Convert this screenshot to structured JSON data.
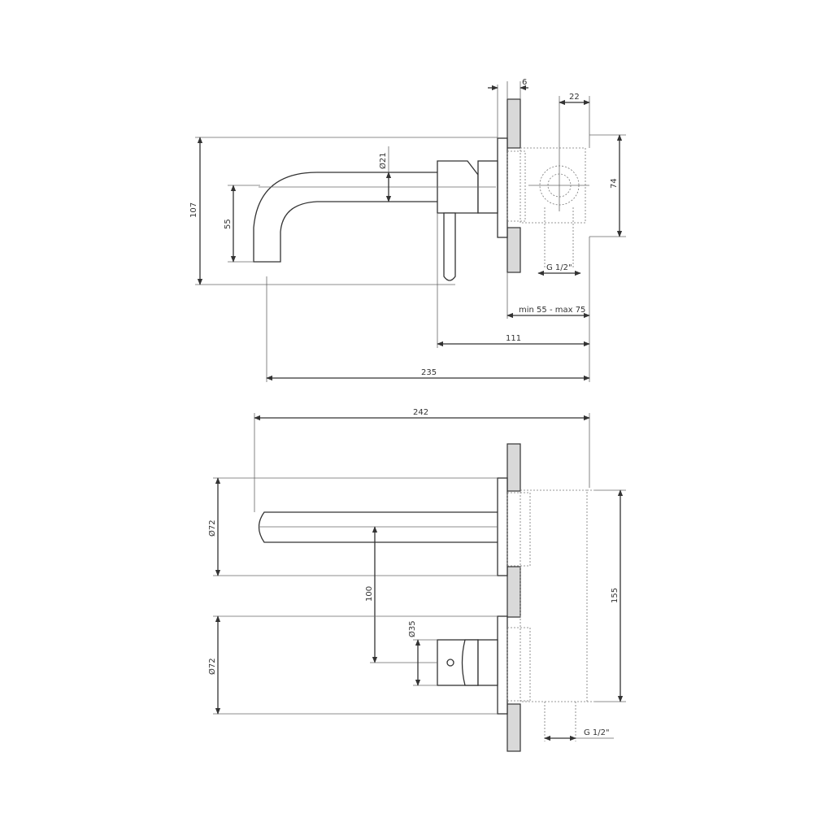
{
  "colors": {
    "line": "#333333",
    "wall": "#d9d9d9",
    "background": "#ffffff"
  },
  "side_view": {
    "dim_wall": "6",
    "dim_body_depth": "22",
    "dim_body_height": "74",
    "dim_spout_diameter": "Ø21",
    "dim_total_height": "107",
    "dim_spout_drop": "55",
    "dim_thread": "G 1/2\"",
    "dim_install_range": "min 55 - max 75",
    "dim_handle_projection": "111",
    "dim_spout_projection": "235"
  },
  "front_view": {
    "dim_total_width": "242",
    "dim_plate_top": "Ø72",
    "dim_centres": "100",
    "dim_handle_diameter": "Ø35",
    "dim_plate_bottom": "Ø72",
    "dim_body_height": "155",
    "dim_thread": "G 1/2\""
  }
}
